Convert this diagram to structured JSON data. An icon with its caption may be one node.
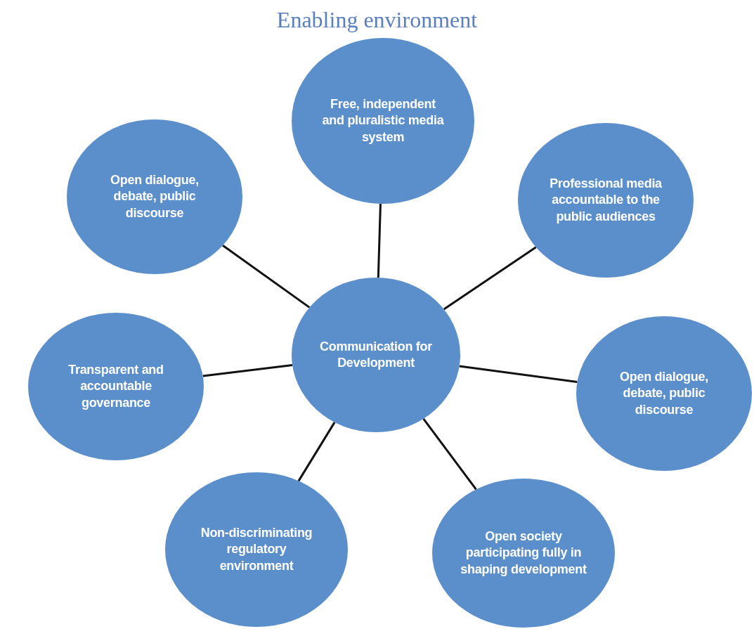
{
  "diagram": {
    "title": "Enabling environment",
    "nodes": [
      {
        "text": [
          "Free, independent and pluralistic media system"
        ]
      },
      {
        "text": [
          "Open dialogue, debate, public discourse"
        ]
      },
      {
        "text": [
          "Professional media accountable to the public audiences"
        ]
      },
      {
        "text": [
          "Communication for Development"
        ]
      },
      {
        "text": [
          "Transparent and accountable governance"
        ]
      },
      {
        "text": [
          "Open dialogue, debate, public discourse"
        ]
      },
      {
        "text": [
          "Non-discriminating regulatory environment"
        ]
      },
      {
        "text": [
          "Open society participating fully in shaping development"
        ]
      }
    ],
    "edges": [
      {
        "from": 3,
        "to": 0,
        "arrow": "none"
      },
      {
        "from": 3,
        "to": 1,
        "arrow": "none"
      },
      {
        "from": 3,
        "to": 2,
        "arrow": "none"
      },
      {
        "from": 3,
        "to": 4,
        "arrow": "none"
      },
      {
        "from": 3,
        "to": 5,
        "arrow": "none"
      },
      {
        "from": 3,
        "to": 6,
        "arrow": "none"
      },
      {
        "from": 3,
        "to": 7,
        "arrow": "none"
      }
    ]
  }
}
